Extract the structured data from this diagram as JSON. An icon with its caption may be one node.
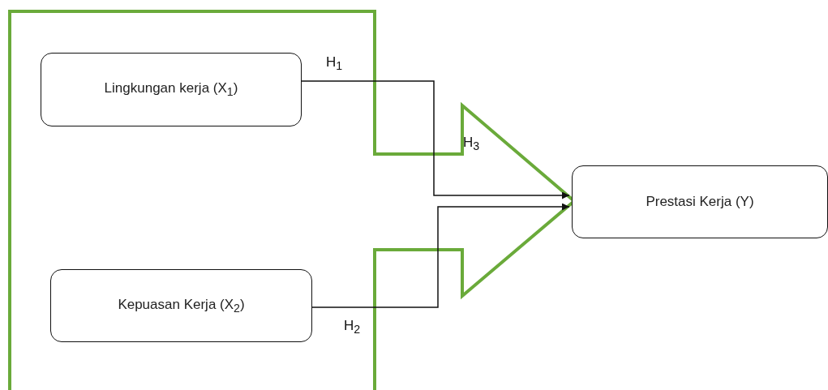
{
  "diagram": {
    "nodes": [
      {
        "text": [
          "Lingkungan kerja (X$_{1}$)"
        ]
      },
      {
        "text": [
          "Kepuasan Kerja (X$_{2}$)"
        ]
      },
      {
        "text": [
          "Prestasi Kerja (Y)"
        ]
      }
    ],
    "edges": [
      {
        "from": 0,
        "to": 2,
        "arrow": "to",
        "label": "H$_{1}$"
      },
      {
        "from": 1,
        "to": 2,
        "arrow": "to",
        "label": "H$_{2}$"
      }
    ],
    "labels": [
      "H$_{3}$"
    ]
  }
}
